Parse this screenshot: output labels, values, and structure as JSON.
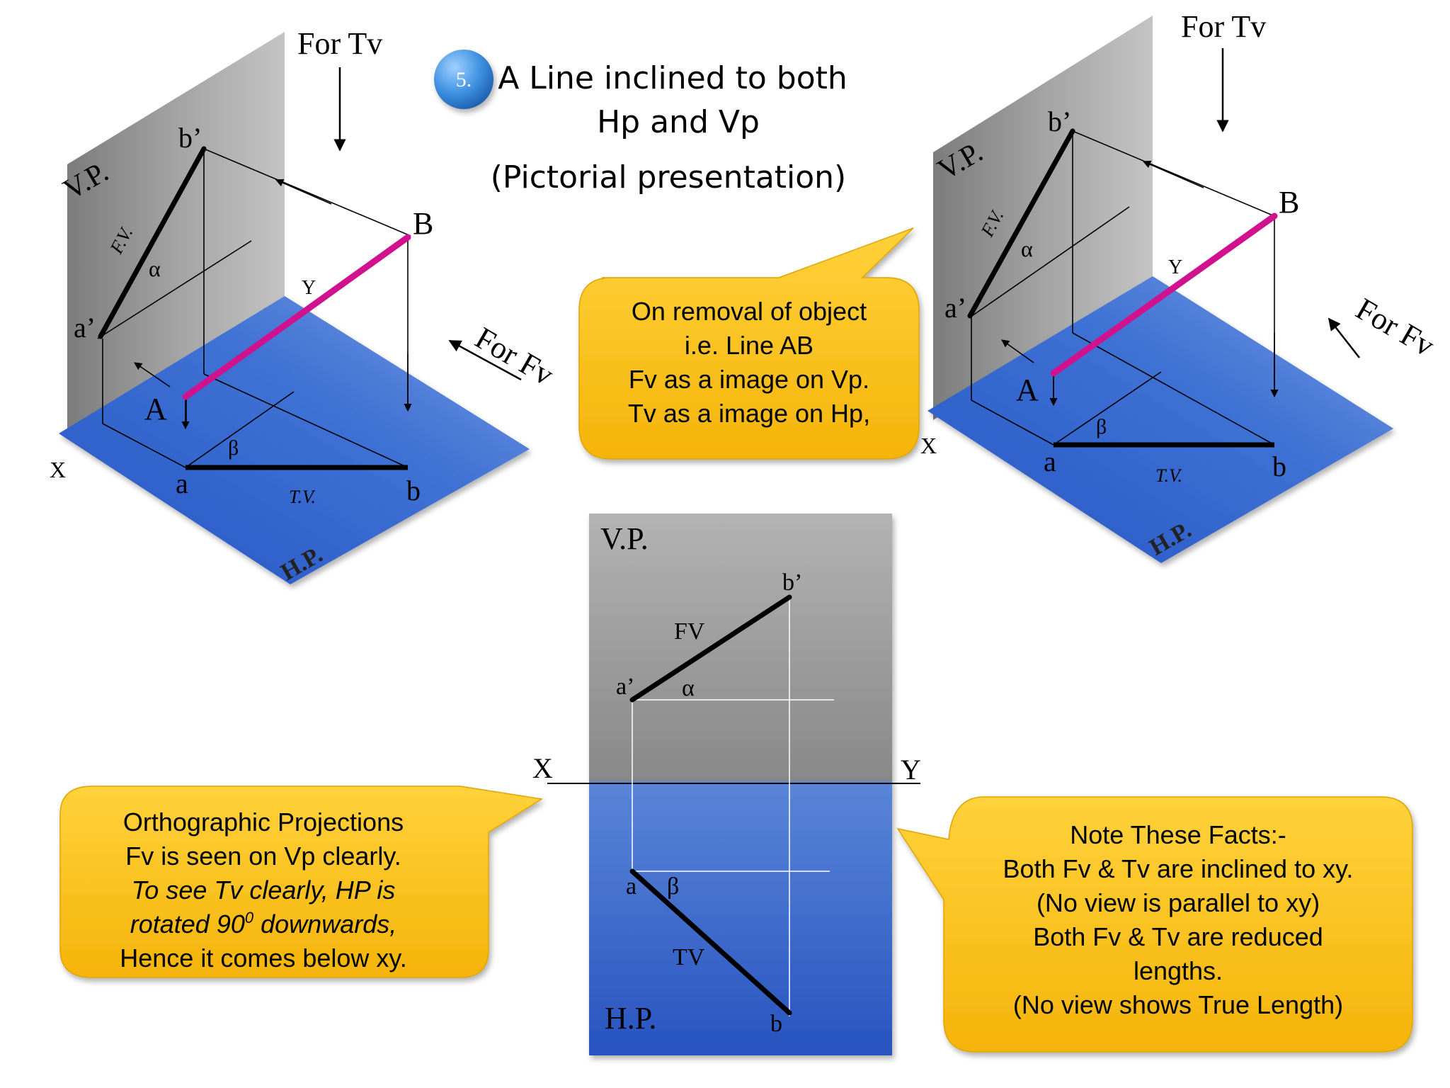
{
  "title": {
    "number": "5.",
    "line1": "A Line inclined to both",
    "line2": "Hp and Vp",
    "line3": "(Pictorial presentation)"
  },
  "left_pictorial": {
    "vp_label": "V.P.",
    "hp_label": "H.P.",
    "for_tv": "For Tv",
    "for_fv": "For Fv",
    "fv_label": "F.V.",
    "tv_label": "T.V.",
    "alpha": "α",
    "beta": "β",
    "point_a_upper": "A",
    "point_b_upper": "B",
    "point_a_prime": "a’",
    "point_b_prime": "b’",
    "point_a": "a",
    "point_b": "b",
    "x_label": "X",
    "y_label": "Y"
  },
  "right_pictorial": {
    "vp_label": "V.P.",
    "hp_label": "H.P.",
    "for_tv": "For Tv",
    "for_fv": "For Fv",
    "fv_label": "F.V.",
    "tv_label": "T.V.",
    "alpha": "α",
    "beta": "β",
    "point_a_upper": "A",
    "point_b_upper": "B",
    "point_a_prime": "a’",
    "point_b_prime": "b’",
    "point_a": "a",
    "point_b": "b",
    "x_label": "X",
    "y_label": "Y"
  },
  "orthographic": {
    "vp_label": "V.P.",
    "hp_label": "H.P.",
    "fv_label": "FV",
    "tv_label": "TV",
    "alpha": "α",
    "beta": "β",
    "point_a_prime": "a’",
    "point_b_prime": "b’",
    "point_a": "a",
    "point_b": "b",
    "x_label": "X",
    "y_label": "Y"
  },
  "callouts": {
    "removal": [
      "On removal of object",
      "i.e. Line AB",
      "Fv as a image on Vp.",
      "Tv as a image on Hp,"
    ],
    "ortho": {
      "line1": "Orthographic Projections",
      "line2": "Fv is seen on Vp clearly.",
      "line3": "To see Tv clearly, HP is",
      "line4_pre": "rotated 90",
      "line4_sup": "0",
      "line4_post": " downwards,",
      "line5": "Hence it comes below xy."
    },
    "facts": [
      "Note These Facts:-",
      "Both Fv & Tv are inclined to xy.",
      "(No view is parallel to xy)",
      "Both Fv & Tv are reduced",
      "lengths.",
      "(No view shows True Length)"
    ]
  },
  "colors": {
    "line_ab": "#d0128f",
    "hp_plane": "#3d6fd0",
    "vp_plane": "#9a9a9a",
    "callout": "#ffc21a"
  }
}
